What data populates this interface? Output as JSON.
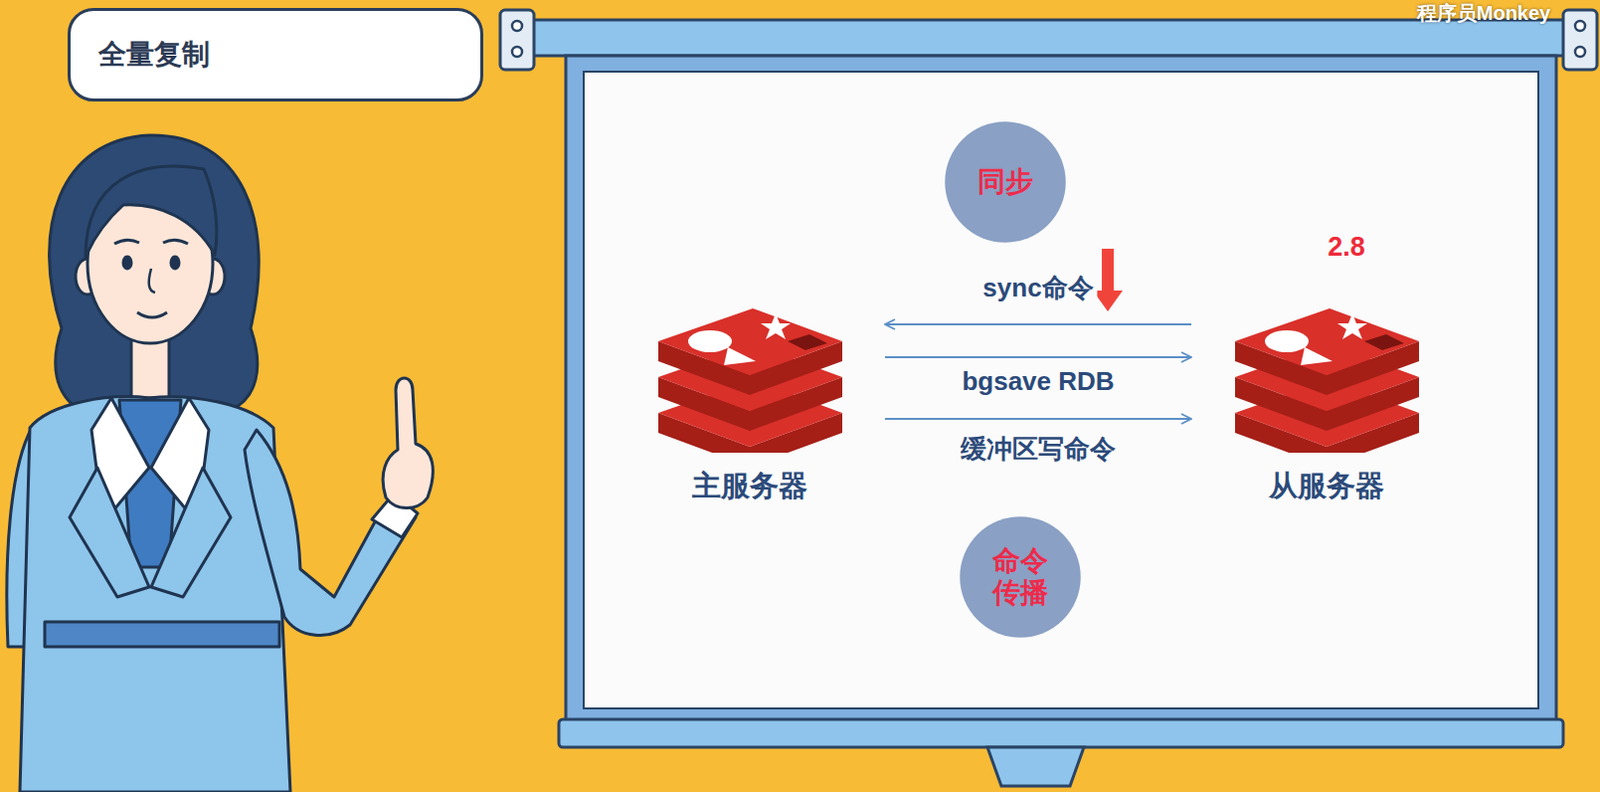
{
  "diagram": {
    "title": "全量复制",
    "nodes": [
      {
        "text": [
          "同步"
        ]
      },
      {
        "text": [
          "主服务器"
        ]
      },
      {
        "text": [
          "从服务器"
        ]
      },
      {
        "text": [
          "命令传播"
        ]
      }
    ],
    "edges": [
      {
        "from": 2,
        "to": 1,
        "arrow": "to",
        "label": "sync命令"
      },
      {
        "from": 1,
        "to": 2,
        "arrow": "to",
        "label": "bgsave RDB"
      },
      {
        "from": 1,
        "to": 2,
        "arrow": "to",
        "label": "缓冲区写命令"
      }
    ],
    "labels": [
      "2.8",
      "程序员Monkey"
    ]
  }
}
